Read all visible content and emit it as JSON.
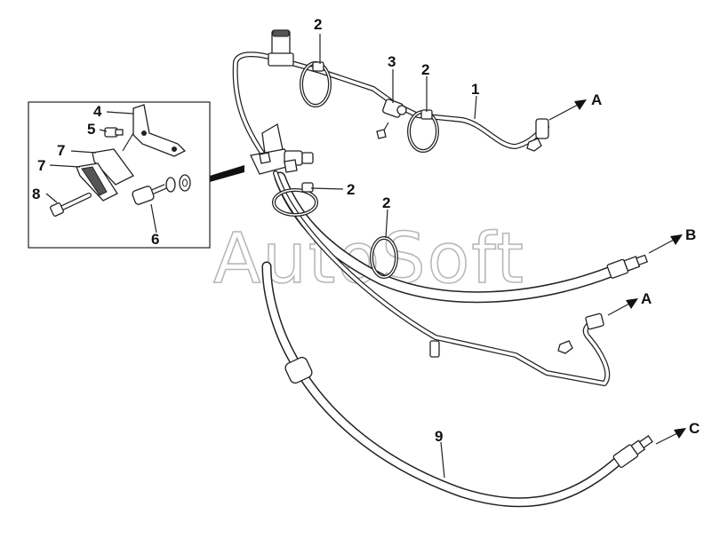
{
  "watermark": "AutoSoft",
  "callouts": {
    "c1": "1",
    "c2a": "2",
    "c2b": "2",
    "c2c": "2",
    "c2d": "2",
    "c3": "3",
    "c4": "4",
    "c5": "5",
    "c6": "6",
    "c7a": "7",
    "c7b": "7",
    "c8": "8",
    "c9": "9"
  },
  "connections": {
    "a_top": "A",
    "b": "B",
    "a_mid": "A",
    "c": "C"
  },
  "colors": {
    "line": "#222222",
    "watermark_stroke": "#b8b8b8",
    "background": "#ffffff"
  }
}
